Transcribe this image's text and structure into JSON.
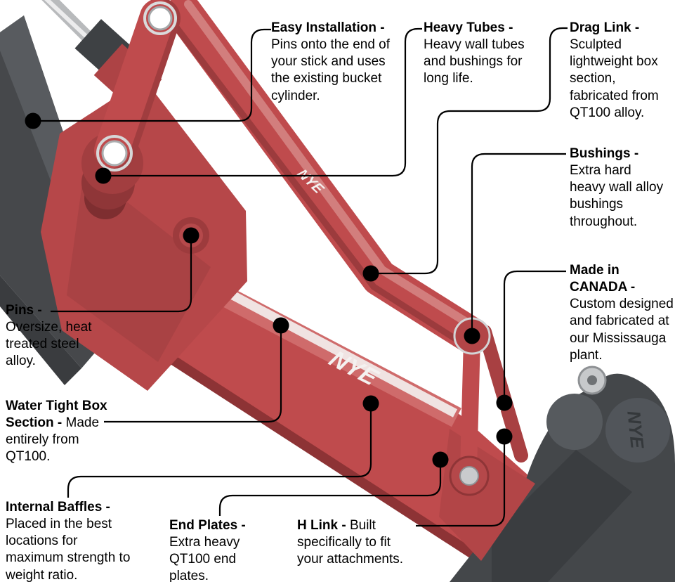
{
  "brand": {
    "logo_text": "NYE"
  },
  "colors": {
    "accent_red": "#bf4b4d",
    "dark_red": "#8f3537",
    "steel_gray": "#46484b",
    "bucket_gray": "#44474a",
    "silver": "#c7c9cb",
    "line_black": "#000000"
  },
  "callouts": [
    {
      "id": "easy-installation",
      "title": "Easy Installation -",
      "body": "Pins onto the end of your stick and uses the existing bucket cylinder."
    },
    {
      "id": "heavy-tubes",
      "title": "Heavy Tubes -",
      "body": "Heavy wall tubes and bushings for long life."
    },
    {
      "id": "drag-link",
      "title": "Drag Link -",
      "body": "Sculpted lightweight box section, fabricated from QT100 alloy."
    },
    {
      "id": "bushings",
      "title": "Bushings -",
      "body": "Extra hard heavy wall alloy bushings throughout."
    },
    {
      "id": "made-in-canada",
      "title": "Made in CANADA -",
      "body": "Custom designed and fabricated at our Mississauga plant."
    },
    {
      "id": "pins",
      "title": "Pins -",
      "body": "Oversize, heat treated steel alloy."
    },
    {
      "id": "water-tight",
      "title": "Water Tight Box Section -",
      "body": "Made entirely from QT100."
    },
    {
      "id": "internal-baffles",
      "title": "Internal Baffles -",
      "body": "Placed in the best locations for maximum strength to weight ratio."
    },
    {
      "id": "end-plates",
      "title": "End Plates -",
      "body": "Extra heavy QT100 end plates."
    },
    {
      "id": "h-link",
      "title": "H Link -",
      "body": "Built specifically to fit your attachments."
    }
  ]
}
